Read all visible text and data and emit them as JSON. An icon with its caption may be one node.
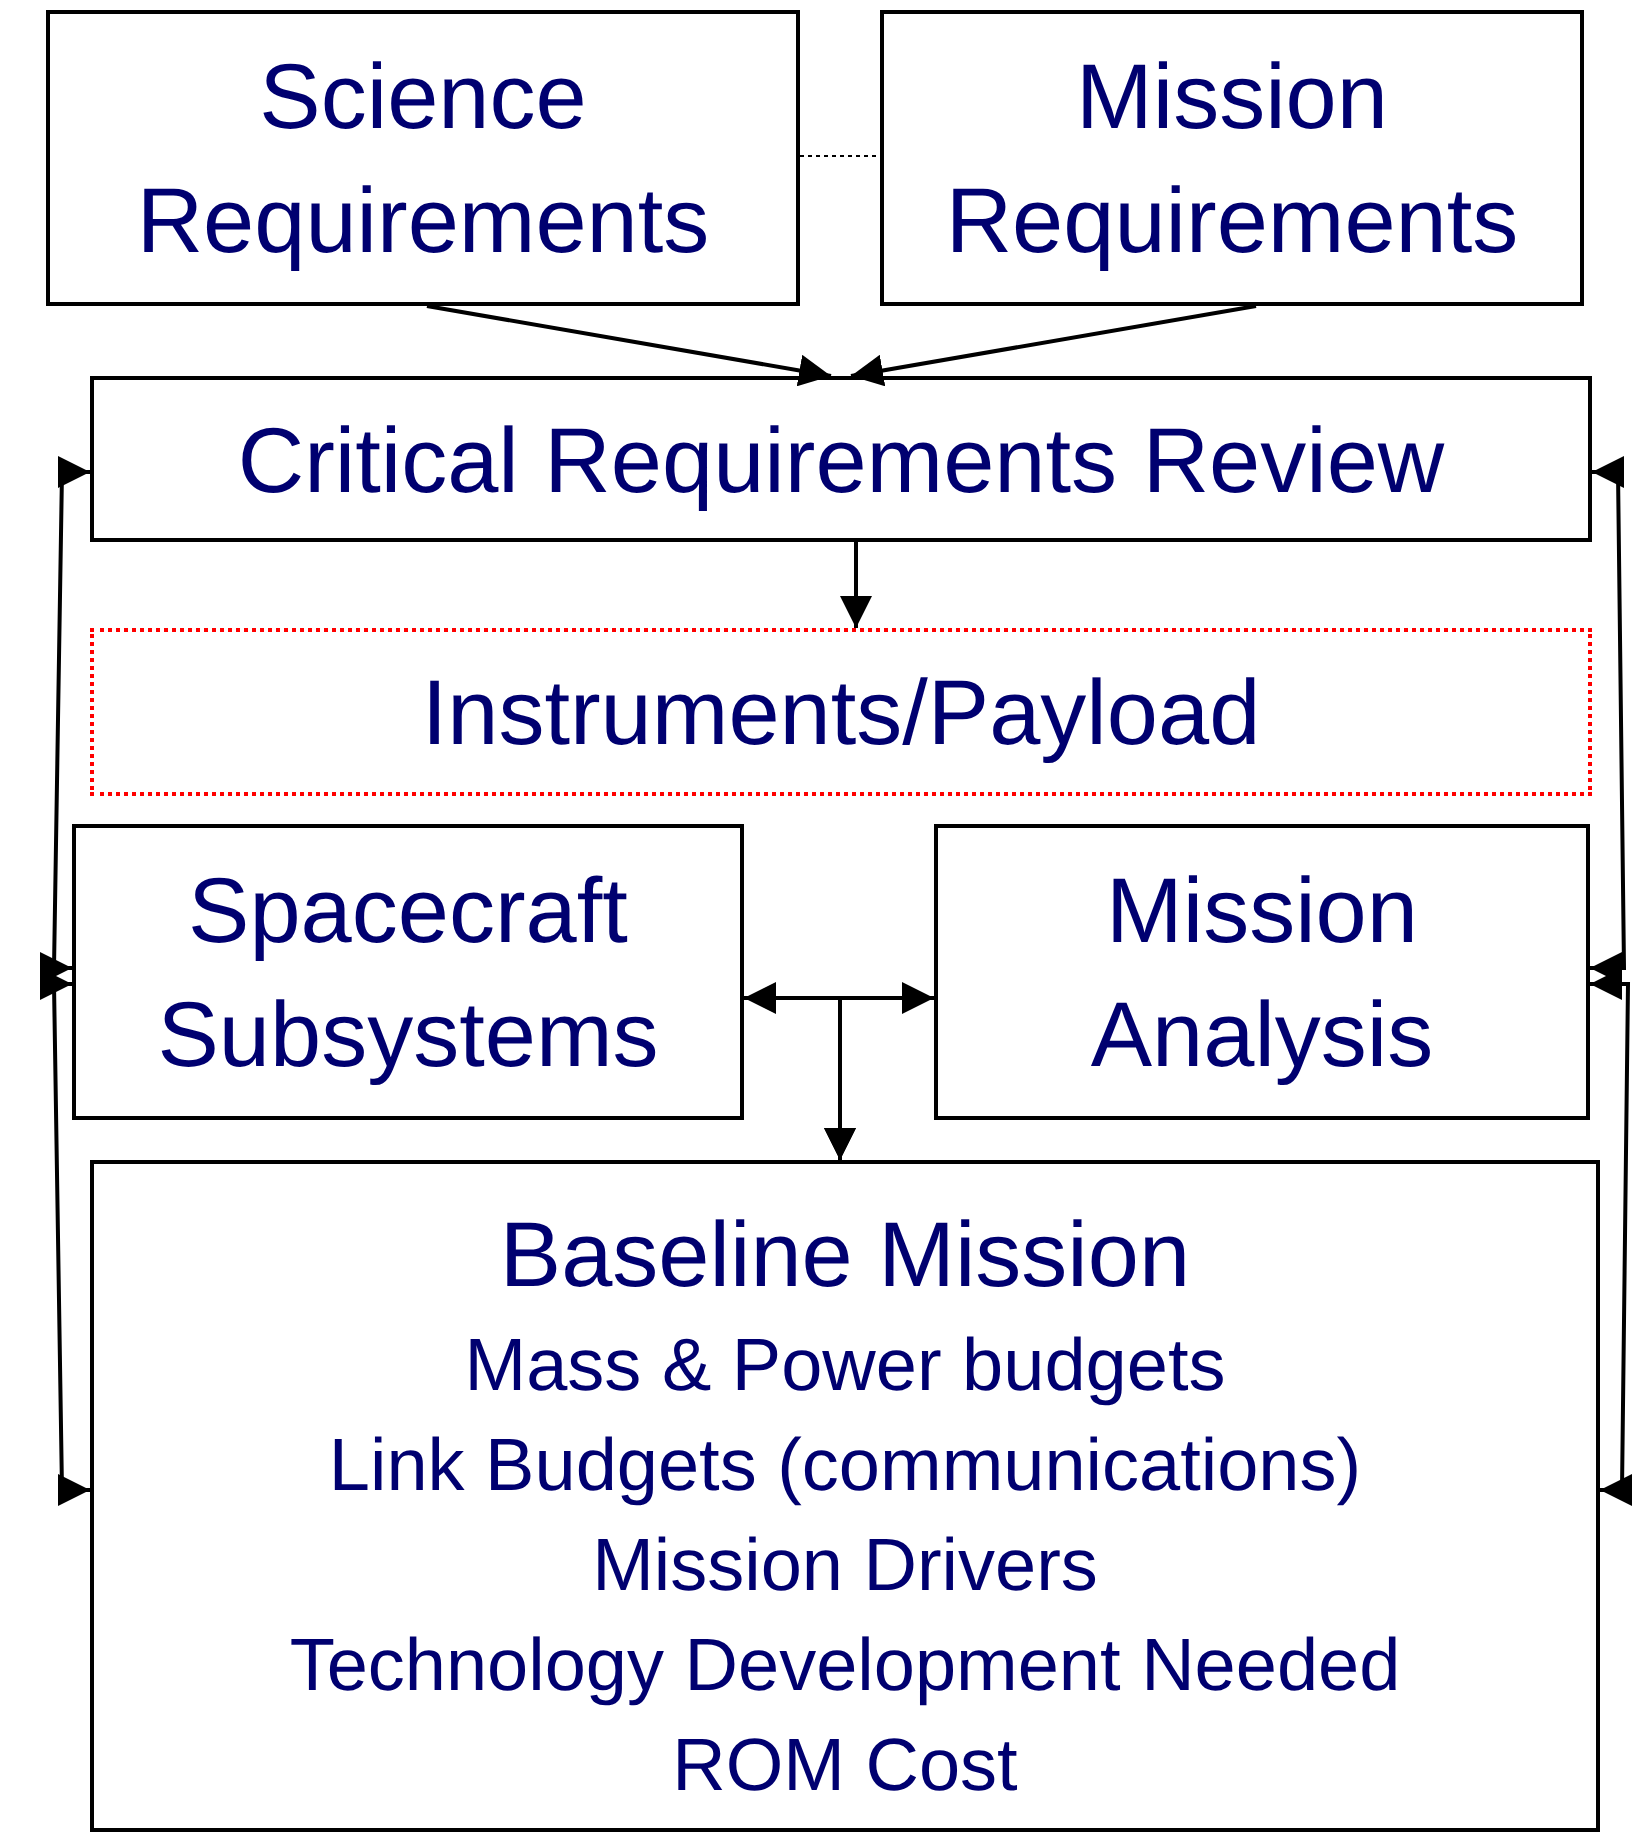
{
  "diagram": {
    "nodes": [
      {
        "text": [
          "Science Requirements"
        ]
      },
      {
        "text": [
          "Mission Requirements"
        ]
      },
      {
        "text": [
          "Critical Requirements Review"
        ]
      },
      {
        "text": [
          "Instruments/Payload"
        ]
      },
      {
        "text": [
          "Spacecraft Subsystems"
        ]
      },
      {
        "text": [
          "Mission Analysis"
        ]
      },
      {
        "text": [
          "Baseline Mission",
          "Mass & Power budgets",
          "Link Budgets (communications)",
          "Mission Drivers",
          "Technology Development Needed",
          "ROM Cost"
        ]
      }
    ],
    "edges": [
      {
        "from": 0,
        "to": 1,
        "arrow": "none",
        "style": "dashed"
      },
      {
        "from": 0,
        "to": 2,
        "arrow": "to"
      },
      {
        "from": 1,
        "to": 2,
        "arrow": "to"
      },
      {
        "from": 2,
        "to": 3,
        "arrow": "to"
      },
      {
        "from": 4,
        "to": 5,
        "arrow": "both"
      },
      {
        "from": 4,
        "to": 6,
        "arrow": "to"
      },
      {
        "from": 5,
        "to": 6,
        "arrow": "to"
      },
      {
        "from": 2,
        "to": 4,
        "arrow": "both"
      },
      {
        "from": 4,
        "to": 6,
        "arrow": "both"
      },
      {
        "from": 2,
        "to": 5,
        "arrow": "both"
      },
      {
        "from": 5,
        "to": 6,
        "arrow": "both"
      }
    ]
  }
}
